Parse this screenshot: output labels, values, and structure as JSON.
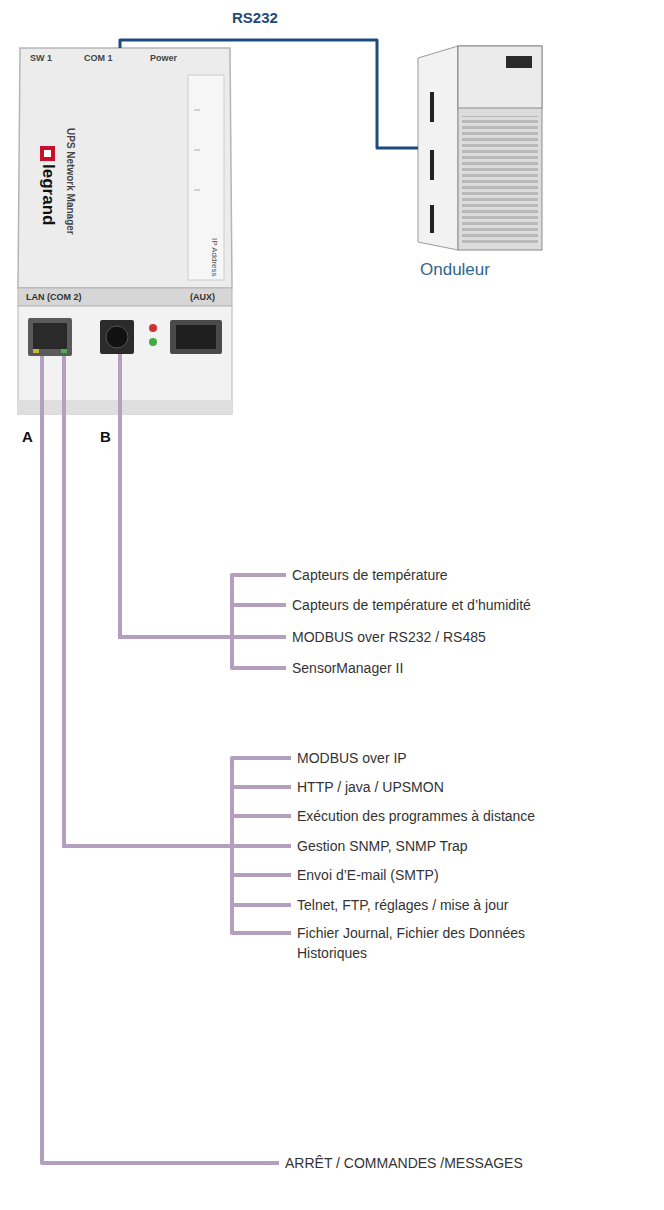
{
  "diagram": {
    "nodes": [
      {
        "text": [
          "legrand",
          "UPS Network Manager"
        ]
      },
      {
        "text": [
          "Onduleur"
        ]
      },
      {
        "text": [
          "Capteurs de température"
        ]
      },
      {
        "text": [
          "Capteurs de température et d’humidité"
        ]
      },
      {
        "text": [
          "MODBUS over RS232 / RS485"
        ]
      },
      {
        "text": [
          "SensorManager II"
        ]
      },
      {
        "text": [
          "MODBUS over IP"
        ]
      },
      {
        "text": [
          "HTTP / java / UPSMON"
        ]
      },
      {
        "text": [
          "Exécution des programmes à distance"
        ]
      },
      {
        "text": [
          "Gestion SNMP, SNMP Trap"
        ]
      },
      {
        "text": [
          "Envoi d’E-mail (SMTP)"
        ]
      },
      {
        "text": [
          "Telnet, FTP, réglages / mise à jour"
        ]
      },
      {
        "text": [
          "Fichier Journal, Fichier des Données Historiques"
        ]
      },
      {
        "text": [
          "ARRÊT / COMMANDES /MESSAGES"
        ]
      }
    ],
    "edges": [
      {
        "from": 0,
        "to": 1,
        "arrow": "none",
        "label": "RS232"
      },
      {
        "from": 0,
        "to": 2,
        "arrow": "none"
      },
      {
        "from": 0,
        "to": 3,
        "arrow": "none"
      },
      {
        "from": 0,
        "to": 4,
        "arrow": "none"
      },
      {
        "from": 0,
        "to": 5,
        "arrow": "none"
      },
      {
        "from": 0,
        "to": 6,
        "arrow": "none"
      },
      {
        "from": 0,
        "to": 7,
        "arrow": "none"
      },
      {
        "from": 0,
        "to": 8,
        "arrow": "none"
      },
      {
        "from": 0,
        "to": 9,
        "arrow": "none"
      },
      {
        "from": 0,
        "to": 10,
        "arrow": "none"
      },
      {
        "from": 0,
        "to": 11,
        "arrow": "none"
      },
      {
        "from": 0,
        "to": 12,
        "arrow": "none"
      },
      {
        "from": 0,
        "to": 13,
        "arrow": "none"
      }
    ],
    "labels": [
      "SW 1",
      "COM 1",
      "Power",
      "LAN (COM 2)",
      "(AUX)",
      "IP Address",
      "A",
      "B"
    ]
  }
}
